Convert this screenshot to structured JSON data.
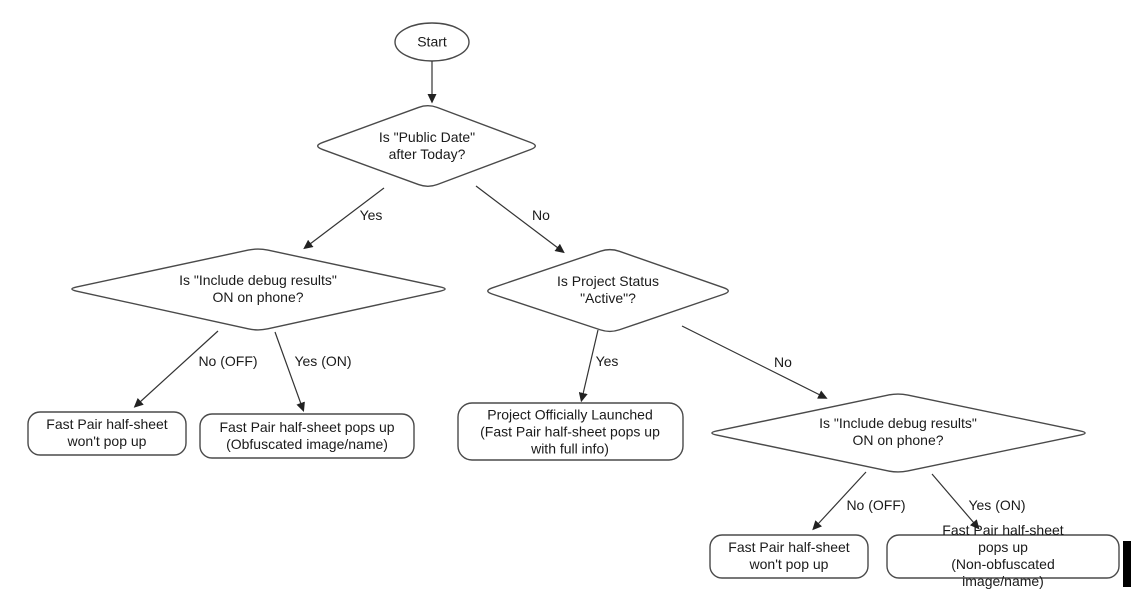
{
  "colors": {
    "background": "#ffffff",
    "shape_stroke": "#4a4a4a",
    "text": "#1a1a1a",
    "caret": "#000000"
  },
  "nodes": {
    "start": {
      "type": "terminal",
      "label": "Start"
    },
    "d1": {
      "type": "decision",
      "label": "Is \"Public Date\"\nafter Today?"
    },
    "d2": {
      "type": "decision",
      "label": "Is \"Include debug results\"\nON on phone?"
    },
    "d3": {
      "type": "decision",
      "label": "Is Project Status\n\"Active\"?"
    },
    "d4": {
      "type": "decision",
      "label": "Is \"Include debug results\"\nON on phone?"
    },
    "outcome_no_popup_left": {
      "type": "outcome",
      "label": "Fast Pair half-sheet\nwon't pop up"
    },
    "outcome_obfuscated": {
      "type": "outcome",
      "label": "Fast Pair half-sheet pops up\n(Obfuscated image/name)"
    },
    "outcome_launched": {
      "type": "outcome",
      "label": "Project Officially Launched\n(Fast Pair half-sheet pops up\nwith full info)"
    },
    "outcome_no_popup_right": {
      "type": "outcome",
      "label": "Fast Pair half-sheet\nwon't pop up"
    },
    "outcome_non_obfuscated": {
      "type": "outcome",
      "label": "Fast Pair half-sheet pops up\n(Non-obfuscated image/name)"
    }
  },
  "edges": {
    "d1_yes": "Yes",
    "d1_no": "No",
    "d2_no": "No (OFF)",
    "d2_yes": "Yes (ON)",
    "d3_yes": "Yes",
    "d3_no": "No",
    "d4_no": "No (OFF)",
    "d4_yes": "Yes (ON)"
  }
}
